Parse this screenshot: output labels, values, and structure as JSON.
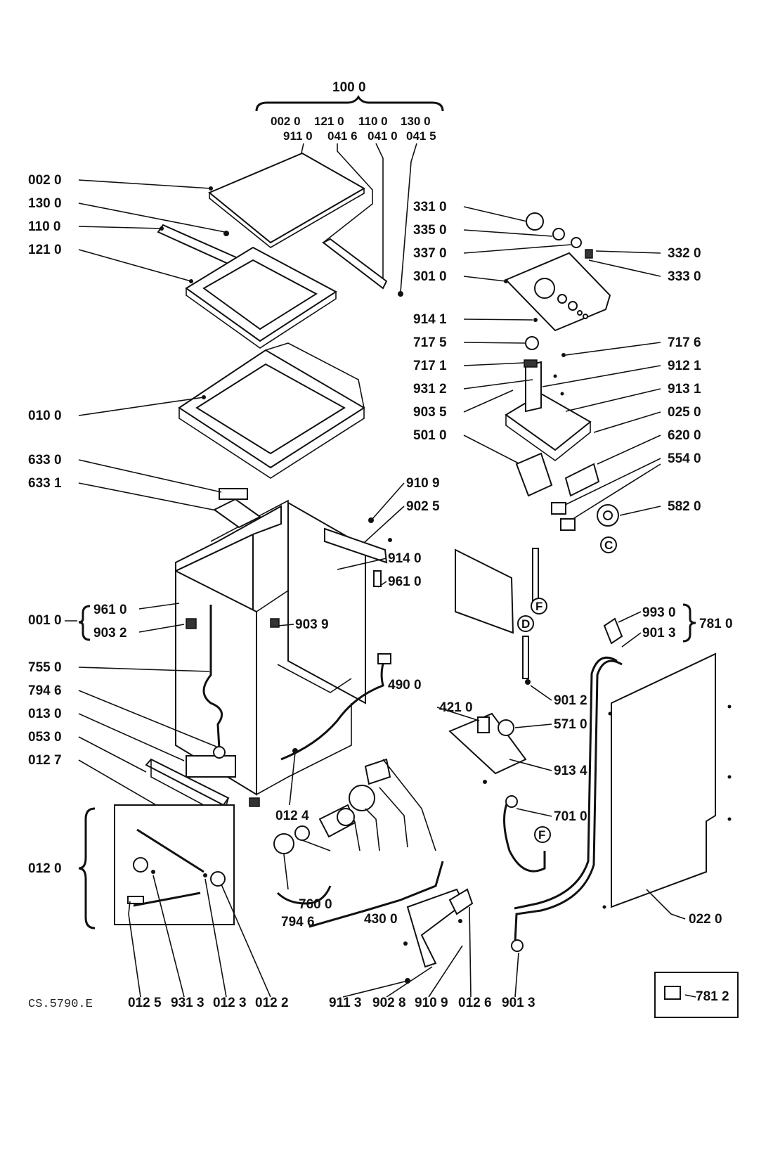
{
  "drawing_code": "CS.5790.E",
  "kit": {
    "main": "100 0",
    "row1": [
      "002 0",
      "121 0",
      "110 0",
      "130 0"
    ],
    "row2": [
      "911 0",
      "041 6",
      "041 0",
      "041 5"
    ]
  },
  "labels_left": {
    "l002": "002 0",
    "l130": "130 0",
    "l110": "110 0",
    "l121": "121 0",
    "l010": "010 0",
    "l633_0": "633 0",
    "l633_1": "633 1",
    "l001": "001 0",
    "l961_0a": "961 0",
    "l903_2": "903 2",
    "l755": "755 0",
    "l794_6a": "794 6",
    "l013": "013 0",
    "l053": "053 0",
    "l012_7": "012 7",
    "l012_0": "012 0"
  },
  "labels_right": {
    "l331": "331 0",
    "l335": "335 0",
    "l337": "337 0",
    "l332": "332 0",
    "l333": "333 0",
    "l301": "301 0",
    "l914_1": "914 1",
    "l717_5": "717 5",
    "l717_6": "717 6",
    "l717_1": "717 1",
    "l912_1": "912 1",
    "l931_2": "931 2",
    "l913_1": "913 1",
    "l903_5": "903 5",
    "l025": "025 0",
    "l501": "501 0",
    "l620": "620 0",
    "l554": "554 0",
    "l910_9a": "910 9",
    "l902_5": "902 5",
    "l582": "582 0",
    "l914_0": "914 0",
    "l961_0b": "961 0",
    "l993": "993 0",
    "l901_3a": "901 3",
    "l781_0": "781 0",
    "l903_9": "903 9",
    "l490": "490 0",
    "l901_2": "901 2",
    "l421": "421 0",
    "l571": "571 0",
    "l913_4": "913 4",
    "l012_4": "012 4",
    "l701": "701 0",
    "l760": "760 0",
    "l794_6b": "794 6",
    "l430": "430 0",
    "l022": "022 0",
    "l781_2": "781 2"
  },
  "labels_bottom": {
    "b012_5": "012 5",
    "b931_3": "931 3",
    "b012_3": "012 3",
    "b012_2": "012 2",
    "b911_3": "911 3",
    "b902_8": "902 8",
    "b910_9": "910 9",
    "b012_6": "012 6",
    "b901_3": "901 3"
  },
  "markers": {
    "F": "F",
    "D": "D",
    "C": "C"
  }
}
